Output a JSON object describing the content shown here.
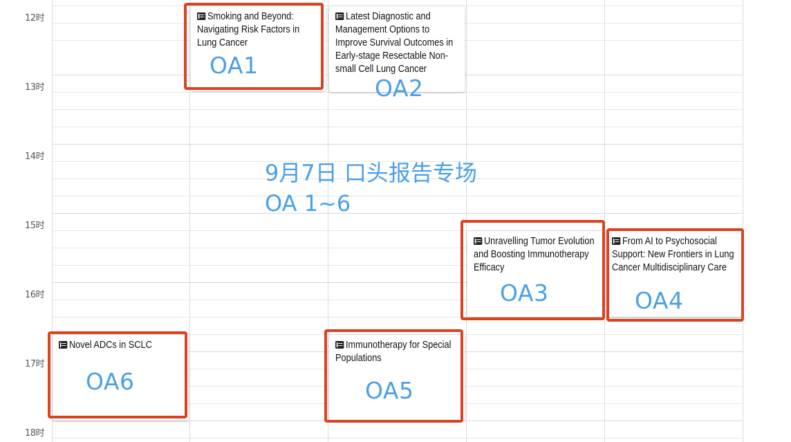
{
  "time_labels": [
    "12时",
    "13时",
    "14时",
    "15时",
    "16时",
    "17时",
    "18时"
  ],
  "events": [
    {
      "id": "OA1",
      "title": "Smoking and Beyond: Navigating Risk Factors in Lung Cancer",
      "label": "OA1"
    },
    {
      "id": "OA2",
      "title": "Latest Diagnostic and Management Options to Improve Survival Outcomes in Early-stage Resectable Non-small Cell Lung Cancer",
      "label": "OA2"
    },
    {
      "id": "OA3",
      "title": "Unravelling Tumor Evolution and Boosting Immunotherapy Efficacy",
      "label": "OA3"
    },
    {
      "id": "OA4",
      "title": "From AI to Psychosocial Support: New Frontiers in Lung Cancer Multidisciplinary Care",
      "label": "OA4"
    },
    {
      "id": "OA5",
      "title": "Immunotherapy for Special Populations",
      "label": "OA5"
    },
    {
      "id": "OA6",
      "title": "Novel ADCs in SCLC",
      "label": "OA6"
    }
  ],
  "annotation": {
    "line1": "9月7日 口头报告专场",
    "line2": "OA 1~6",
    "color": "#4a9fe8",
    "box_color": "#d9431f"
  },
  "icons": {
    "event_icon": "list-icon"
  }
}
